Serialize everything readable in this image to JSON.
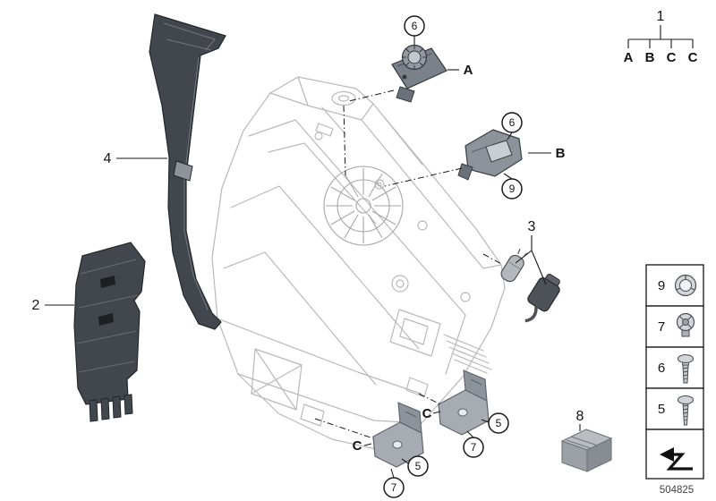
{
  "doc_number": "504825",
  "legend": {
    "root": "1",
    "leaves": [
      "A",
      "B",
      "C",
      "C"
    ]
  },
  "labels": {
    "part2": "2",
    "part3": "3",
    "part4": "4",
    "part8": "8",
    "variantA": "A",
    "variantB": "B",
    "variantC_right": "C",
    "variantC_left": "C"
  },
  "callouts": {
    "screw6_at_A": "6",
    "screw6_at_B": "6",
    "grommet9_at_B": "9",
    "screw5_at_C_right": "5",
    "screw7_at_C_right": "7",
    "screw5_at_C_left": "5",
    "screw7_at_C_left": "7"
  },
  "sidebar": {
    "items": [
      {
        "label": "9",
        "icon": "grommet-icon"
      },
      {
        "label": "7",
        "icon": "adjusting-screw-icon"
      },
      {
        "label": "6",
        "icon": "pan-head-screw-icon"
      },
      {
        "label": "5",
        "icon": "self-tapping-screw-icon"
      },
      {
        "label": "",
        "icon": "cross-reference-arrow-icon"
      }
    ]
  },
  "palette": {
    "line_art": "#b9b9b9",
    "dark_part": "#42474d",
    "mid_part": "#8d939a",
    "callout_stroke": "#1a1a1a"
  }
}
